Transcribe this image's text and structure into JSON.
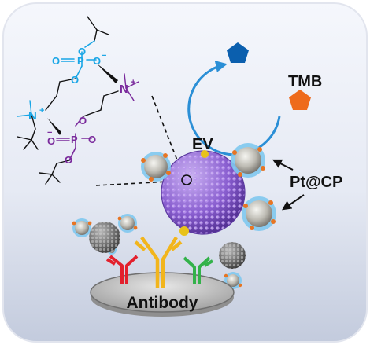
{
  "labels": {
    "tmb": "TMB",
    "ev": "EV",
    "pt_cp": "Pt@CP",
    "antibody": "Antibody"
  },
  "chem": {
    "oxygen": "O",
    "phosphorus": "P",
    "nitrogen": "N",
    "minus": "−",
    "plus": "+"
  },
  "colors": {
    "panel_top": "#eef1f9",
    "panel_bottom": "#c9d1e3",
    "cycle_arrow": "#2b8fd6",
    "pentagon_blue": "#0b5fae",
    "pentagon_orange": "#ee6b1c",
    "ev_purple": "#8a5fd0",
    "chem_cyan": "#19a6e6",
    "chem_purple": "#7a2a9c",
    "antibody_red": "#e3202c",
    "antibody_yellow": "#f2b51c",
    "antibody_green": "#33b24a",
    "base_gray": "#b7b7b7"
  },
  "icons": [
    "cycle-arrow-icon",
    "blue-pentagon-icon",
    "orange-pentagon-icon",
    "pointer-arrow-icon"
  ]
}
